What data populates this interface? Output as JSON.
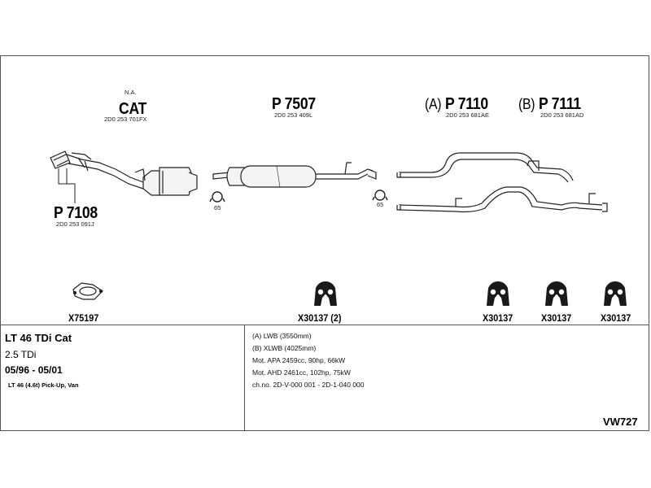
{
  "parts": {
    "cat_note": "N.A.",
    "cat_title": "CAT",
    "cat_number": "2D0 253 701FX",
    "p7507_title": "P 7507",
    "p7507_number": "2D0 253 409L",
    "p7110_prefix": "(A)",
    "p7110_title": "P 7110",
    "p7110_number": "2D0 253 681AE",
    "p7111_prefix": "(B)",
    "p7111_title": "P 7111",
    "p7111_number": "2D0 253 681AD",
    "p7108_title": "P 7108",
    "p7108_number": "2D0 253 091J",
    "clamp_left_label": "65",
    "clamp_right_label": "65"
  },
  "accessories": {
    "gasket": "X75197",
    "mount_pair": "X30137 (2)",
    "mount_a": "X30137",
    "mount_b": "X30137",
    "mount_c": "X30137"
  },
  "vehicle": {
    "model": "LT 46 TDi Cat",
    "engine": "2.5 TDi",
    "years": "05/96 - 05/01",
    "body": "LT 46 (4.6t) Pick-Up, Van"
  },
  "specs": {
    "line1": "(A) LWB (3550mm)",
    "line2": "(B) XLWB (4025mm)",
    "line3": "Mot. APA 2459cc, 90hp, 66kW",
    "line4": "Mot. AHD 2461cc, 102hp, 75kW",
    "line5": "ch.no. 2D-V-000 001 - 2D-1-040 000"
  },
  "diagram_code": "VW727"
}
